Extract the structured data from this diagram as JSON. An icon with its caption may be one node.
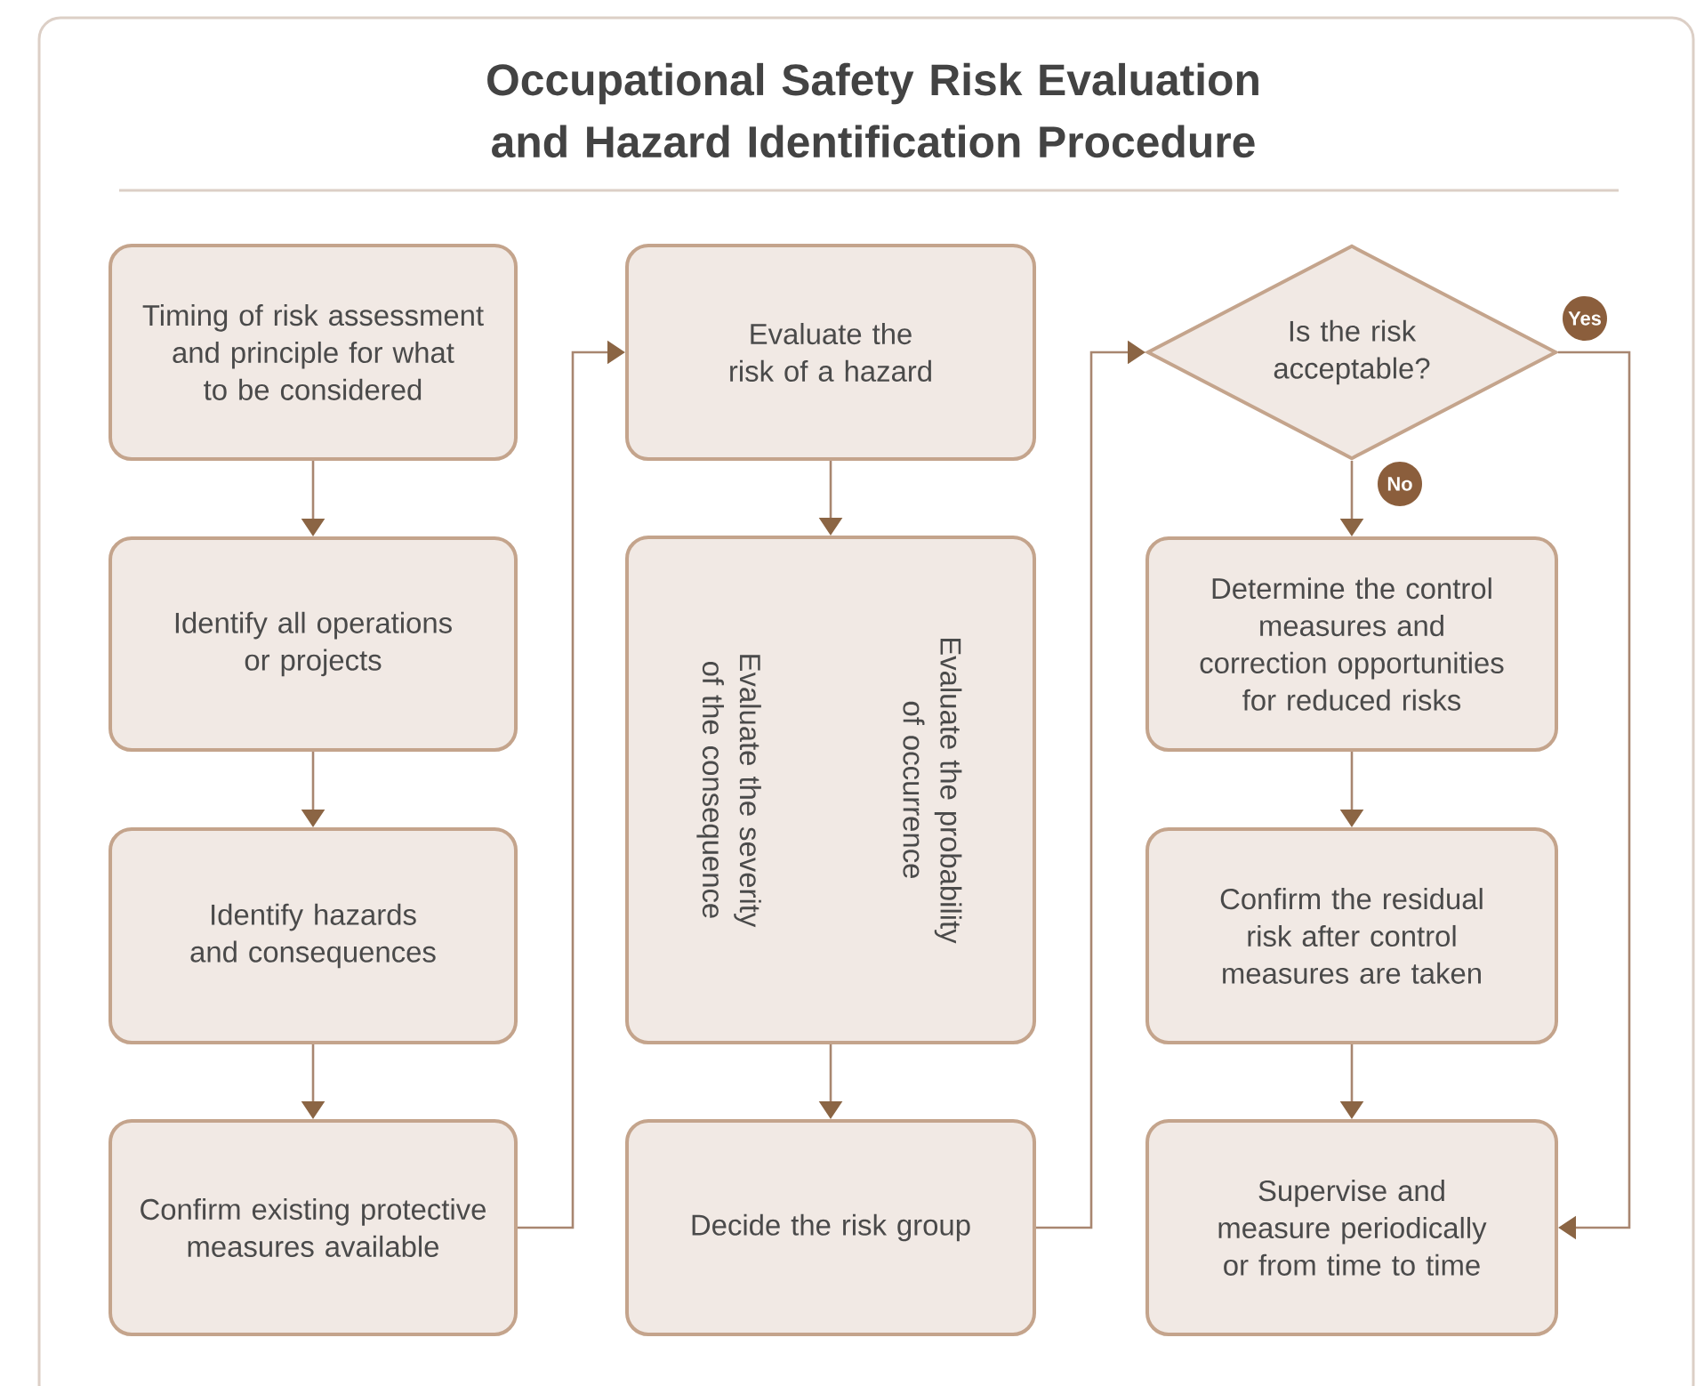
{
  "diagram": {
    "title": "Occupational Safety Risk Evaluation and Hazard Identification Procedure",
    "nodes": [
      {
        "text": [
          "Timing of risk assessment and principle for what to be considered"
        ]
      },
      {
        "text": [
          "Identify all operations or projects"
        ]
      },
      {
        "text": [
          "Identify hazards and consequences"
        ]
      },
      {
        "text": [
          "Confirm existing protective measures available"
        ]
      },
      {
        "text": [
          "Evaluate the risk of a hazard"
        ]
      },
      {
        "text": [
          "Evaluate the severity of the consequence",
          "Evaluate the probability of occurrence"
        ]
      },
      {
        "text": [
          "Decide the risk group"
        ]
      },
      {
        "text": [
          "Is the risk acceptable?"
        ]
      },
      {
        "text": [
          "Determine the control measures and correction opportunities for reduced risks"
        ]
      },
      {
        "text": [
          "Confirm the residual risk after control measures are taken"
        ]
      },
      {
        "text": [
          "Supervise and measure periodically or from time to time"
        ]
      }
    ],
    "edges": [
      {
        "from": 0,
        "to": 1,
        "arrow": "to"
      },
      {
        "from": 1,
        "to": 2,
        "arrow": "to"
      },
      {
        "from": 2,
        "to": 3,
        "arrow": "to"
      },
      {
        "from": 3,
        "to": 4,
        "arrow": "to"
      },
      {
        "from": 4,
        "to": 5,
        "arrow": "to"
      },
      {
        "from": 5,
        "to": 6,
        "arrow": "to"
      },
      {
        "from": 6,
        "to": 7,
        "arrow": "to"
      },
      {
        "from": 7,
        "to": 8,
        "arrow": "to",
        "label": "No"
      },
      {
        "from": 8,
        "to": 9,
        "arrow": "to"
      },
      {
        "from": 9,
        "to": 10,
        "arrow": "to"
      },
      {
        "from": 7,
        "to": 10,
        "arrow": "to",
        "label": "Yes"
      }
    ]
  }
}
